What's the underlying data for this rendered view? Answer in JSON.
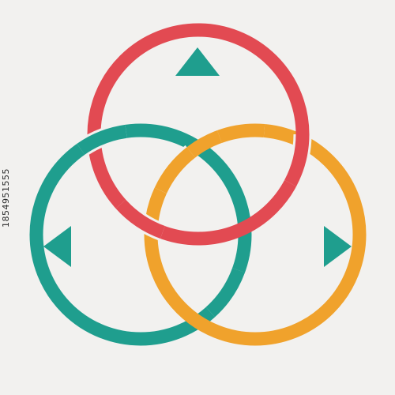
{
  "background_color": "#f2f1ef",
  "sidebar_id": "1854951555",
  "rings": [
    {
      "name": "red-ring",
      "color": "#e24a52"
    },
    {
      "name": "teal-ring",
      "color": "#1f9e8e"
    },
    {
      "name": "orange-ring",
      "color": "#f0a22c"
    }
  ],
  "markers": [
    {
      "name": "triangle-up-icon",
      "direction": "up",
      "color": "#1f9e8e"
    },
    {
      "name": "triangle-left-icon",
      "direction": "left",
      "color": "#1f9e8e"
    },
    {
      "name": "triangle-right-icon",
      "direction": "right",
      "color": "#1f9e8e"
    }
  ]
}
